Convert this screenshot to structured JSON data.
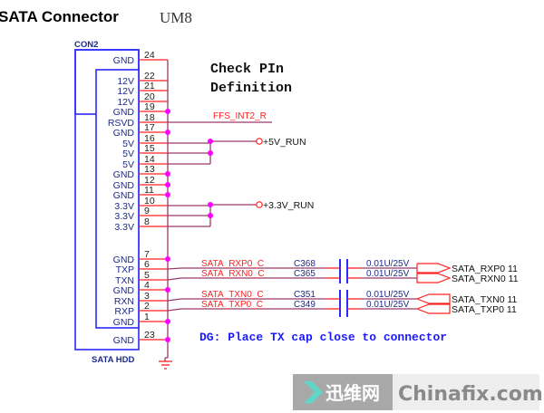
{
  "header": {
    "title": "SATA Connector",
    "ref_des": "UM8"
  },
  "annotations": {
    "check_line1": "Check PIn",
    "check_line2": "Definition",
    "design_guide": "DG: Place TX cap close to connector"
  },
  "connector": {
    "ref": "CON2",
    "footprint_label": "SATA HDD",
    "pins": [
      {
        "num": "24",
        "name": "GND"
      },
      {
        "num": "22",
        "name": "12V"
      },
      {
        "num": "21",
        "name": "12V"
      },
      {
        "num": "20",
        "name": "12V"
      },
      {
        "num": "19",
        "name": "GND"
      },
      {
        "num": "18",
        "name": "RSVD"
      },
      {
        "num": "17",
        "name": "GND"
      },
      {
        "num": "16",
        "name": "5V"
      },
      {
        "num": "15",
        "name": "5V"
      },
      {
        "num": "14",
        "name": "5V"
      },
      {
        "num": "13",
        "name": "GND"
      },
      {
        "num": "12",
        "name": "GND"
      },
      {
        "num": "11",
        "name": "GND"
      },
      {
        "num": "10",
        "name": "3.3V"
      },
      {
        "num": "9",
        "name": "3.3V"
      },
      {
        "num": "8",
        "name": "3.3V"
      },
      {
        "num": "7",
        "name": "GND"
      },
      {
        "num": "6",
        "name": "TXP"
      },
      {
        "num": "5",
        "name": "TXN"
      },
      {
        "num": "4",
        "name": "GND"
      },
      {
        "num": "3",
        "name": "RXN"
      },
      {
        "num": "2",
        "name": "RXP"
      },
      {
        "num": "1",
        "name": "GND"
      },
      {
        "num": "23",
        "name": "GND"
      }
    ]
  },
  "nets": {
    "rsvd_net": "FFS_INT2_R",
    "power_5v": "+5V_RUN",
    "power_3v3": "+3.3V_RUN"
  },
  "signals": [
    {
      "net": "SATA_RXP0_C",
      "cap_ref": "C368",
      "cap_value": "0.01U/25V",
      "port": "SATA_RXP0",
      "page": "11",
      "direction": "out"
    },
    {
      "net": "SATA_RXN0_C",
      "cap_ref": "C365",
      "cap_value": "0.01U/25V",
      "port": "SATA_RXN0",
      "page": "11",
      "direction": "out"
    },
    {
      "net": "SATA_TXN0_C",
      "cap_ref": "C351",
      "cap_value": "0.01U/25V",
      "port": "SATA_TXN0",
      "page": "11",
      "direction": "in"
    },
    {
      "net": "SATA_TXP0_C",
      "cap_ref": "C349",
      "cap_value": "0.01U/25V",
      "port": "SATA_TXP0",
      "page": "11",
      "direction": "in"
    }
  ],
  "watermark": {
    "cn_text": "迅维网",
    "en_text": "Chinafix.com"
  },
  "colors": {
    "connector_outline": "#2a2aff",
    "wire": "#9a3a6a",
    "pin_stub": "#ff2020",
    "junction": "#ff00ff",
    "capacitor": "#2a2aff",
    "port_outline": "#ff2020"
  }
}
